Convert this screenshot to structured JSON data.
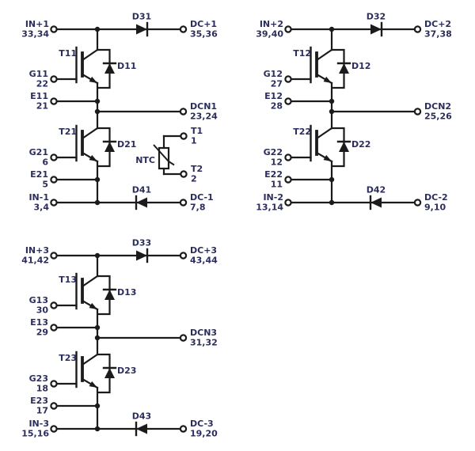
{
  "colors": {
    "background": "#ffffff",
    "line": "#1b1b1b",
    "text": "#2b2e5c"
  },
  "cells": [
    {
      "in_pos_name": "IN+1",
      "in_pos_pins": "33,34",
      "top_diode": "D31",
      "dc_pos_name": "DC+1",
      "dc_pos_pins": "35,36",
      "t_top": "T11",
      "d_top": "D11",
      "g_top_name": "G11",
      "g_top_pin": "22",
      "e_top_name": "E11",
      "e_top_pin": "21",
      "dcn_name": "DCN1",
      "dcn_pins": "23,24",
      "t_bot": "T21",
      "d_bot": "D21",
      "g_bot_name": "G21",
      "g_bot_pin": "6",
      "e_bot_name": "E21",
      "e_bot_pin": "5",
      "in_neg_name": "IN-1",
      "in_neg_pins": "3,4",
      "bot_diode": "D41",
      "dc_neg_name": "DC-1",
      "dc_neg_pins": "7,8"
    },
    {
      "in_pos_name": "IN+2",
      "in_pos_pins": "39,40",
      "top_diode": "D32",
      "dc_pos_name": "DC+2",
      "dc_pos_pins": "37,38",
      "t_top": "T12",
      "d_top": "D12",
      "g_top_name": "G12",
      "g_top_pin": "27",
      "e_top_name": "E12",
      "e_top_pin": "28",
      "dcn_name": "DCN2",
      "dcn_pins": "25,26",
      "t_bot": "T22",
      "d_bot": "D22",
      "g_bot_name": "G22",
      "g_bot_pin": "12",
      "e_bot_name": "E22",
      "e_bot_pin": "11",
      "in_neg_name": "IN-2",
      "in_neg_pins": "13,14",
      "bot_diode": "D42",
      "dc_neg_name": "DC-2",
      "dc_neg_pins": "9,10"
    },
    {
      "in_pos_name": "IN+3",
      "in_pos_pins": "41,42",
      "top_diode": "D33",
      "dc_pos_name": "DC+3",
      "dc_pos_pins": "43,44",
      "t_top": "T13",
      "d_top": "D13",
      "g_top_name": "G13",
      "g_top_pin": "30",
      "e_top_name": "E13",
      "e_top_pin": "29",
      "dcn_name": "DCN3",
      "dcn_pins": "31,32",
      "t_bot": "T23",
      "d_bot": "D23",
      "g_bot_name": "G23",
      "g_bot_pin": "18",
      "e_bot_name": "E23",
      "e_bot_pin": "17",
      "in_neg_name": "IN-3",
      "in_neg_pins": "15,16",
      "bot_diode": "D43",
      "dc_neg_name": "DC-3",
      "dc_neg_pins": "19,20"
    }
  ],
  "ntc": {
    "label": "NTC",
    "t1_name": "T1",
    "t1_pin": "1",
    "t2_name": "T2",
    "t2_pin": "2"
  }
}
